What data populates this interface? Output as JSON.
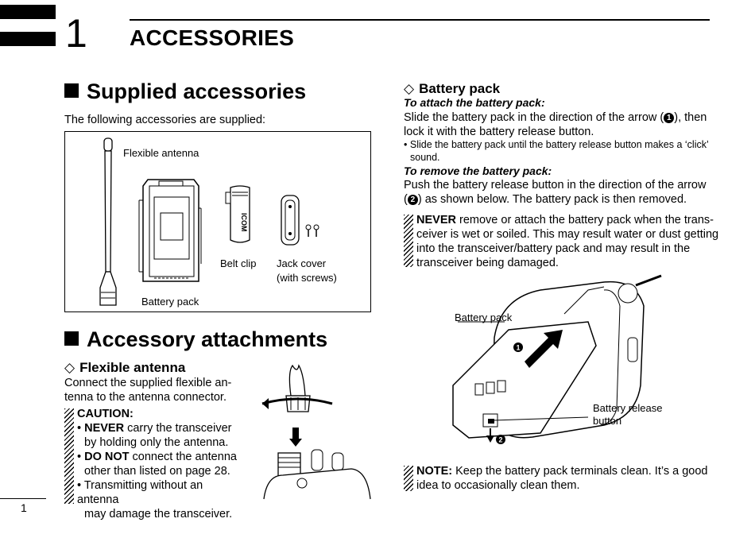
{
  "header": {
    "chapter_number": "1",
    "chapter_title": "ACCESSORIES"
  },
  "supplied": {
    "title": "Supplied accessories",
    "intro": "The following accessories are supplied:",
    "labels": {
      "antenna": "Flexible antenna",
      "battery": "Battery pack",
      "belt_clip": "Belt clip",
      "jack_cover_1": "Jack cover",
      "jack_cover_2": "(with screws)"
    }
  },
  "attachments": {
    "title": "Accessory attachments",
    "antenna_sub": "Flexible antenna",
    "antenna_text_1": "Connect the supplied flexible an-",
    "antenna_text_2": "tenna to the antenna connector.",
    "caution_title": "CAUTION:",
    "c1_bold": "NEVER",
    "c1_rest": " carry the transceiver",
    "c1_line2": "by holding only the antenna.",
    "c2_bold": "DO NOT",
    "c2_rest": " connect the antenna",
    "c2_line2": "other than listed on page 28.",
    "c3_line1": "Transmitting without an antenna",
    "c3_line2": "may damage the transceiver."
  },
  "battery": {
    "title": "Battery pack",
    "attach_heading": "To attach the battery pack:",
    "attach_1a": "Slide the battery pack in the direction of the arrow (",
    "attach_num1": "1",
    "attach_1b": "), then",
    "attach_2": "lock it with the battery release button.",
    "bullet_1": "Slide the battery pack until the battery release button makes a ‘click’",
    "bullet_2": "sound.",
    "remove_heading": "To remove the battery pack:",
    "remove_1": "Push the battery release button in the direction of the arrow",
    "remove_2a": "(",
    "remove_num2": "2",
    "remove_2b": ") as shown below. The battery pack is then removed.",
    "never_bold": "NEVER",
    "never_1": " remove or attach the battery pack when the trans-",
    "never_2": "ceiver is wet or soiled. This may result water or dust getting",
    "never_3": "into the transceiver/battery pack and may result in the",
    "never_4": "transceiver being damaged.",
    "fig_battery_label": "Battery pack",
    "fig_release_1": "Battery release",
    "fig_release_2": "button",
    "fig_num1": "1",
    "fig_num2": "2",
    "note_bold": "NOTE:",
    "note_1": " Keep the battery pack terminals clean. It’s a good",
    "note_2": "idea to occasionally clean them."
  },
  "footer": {
    "page_number": "1"
  }
}
